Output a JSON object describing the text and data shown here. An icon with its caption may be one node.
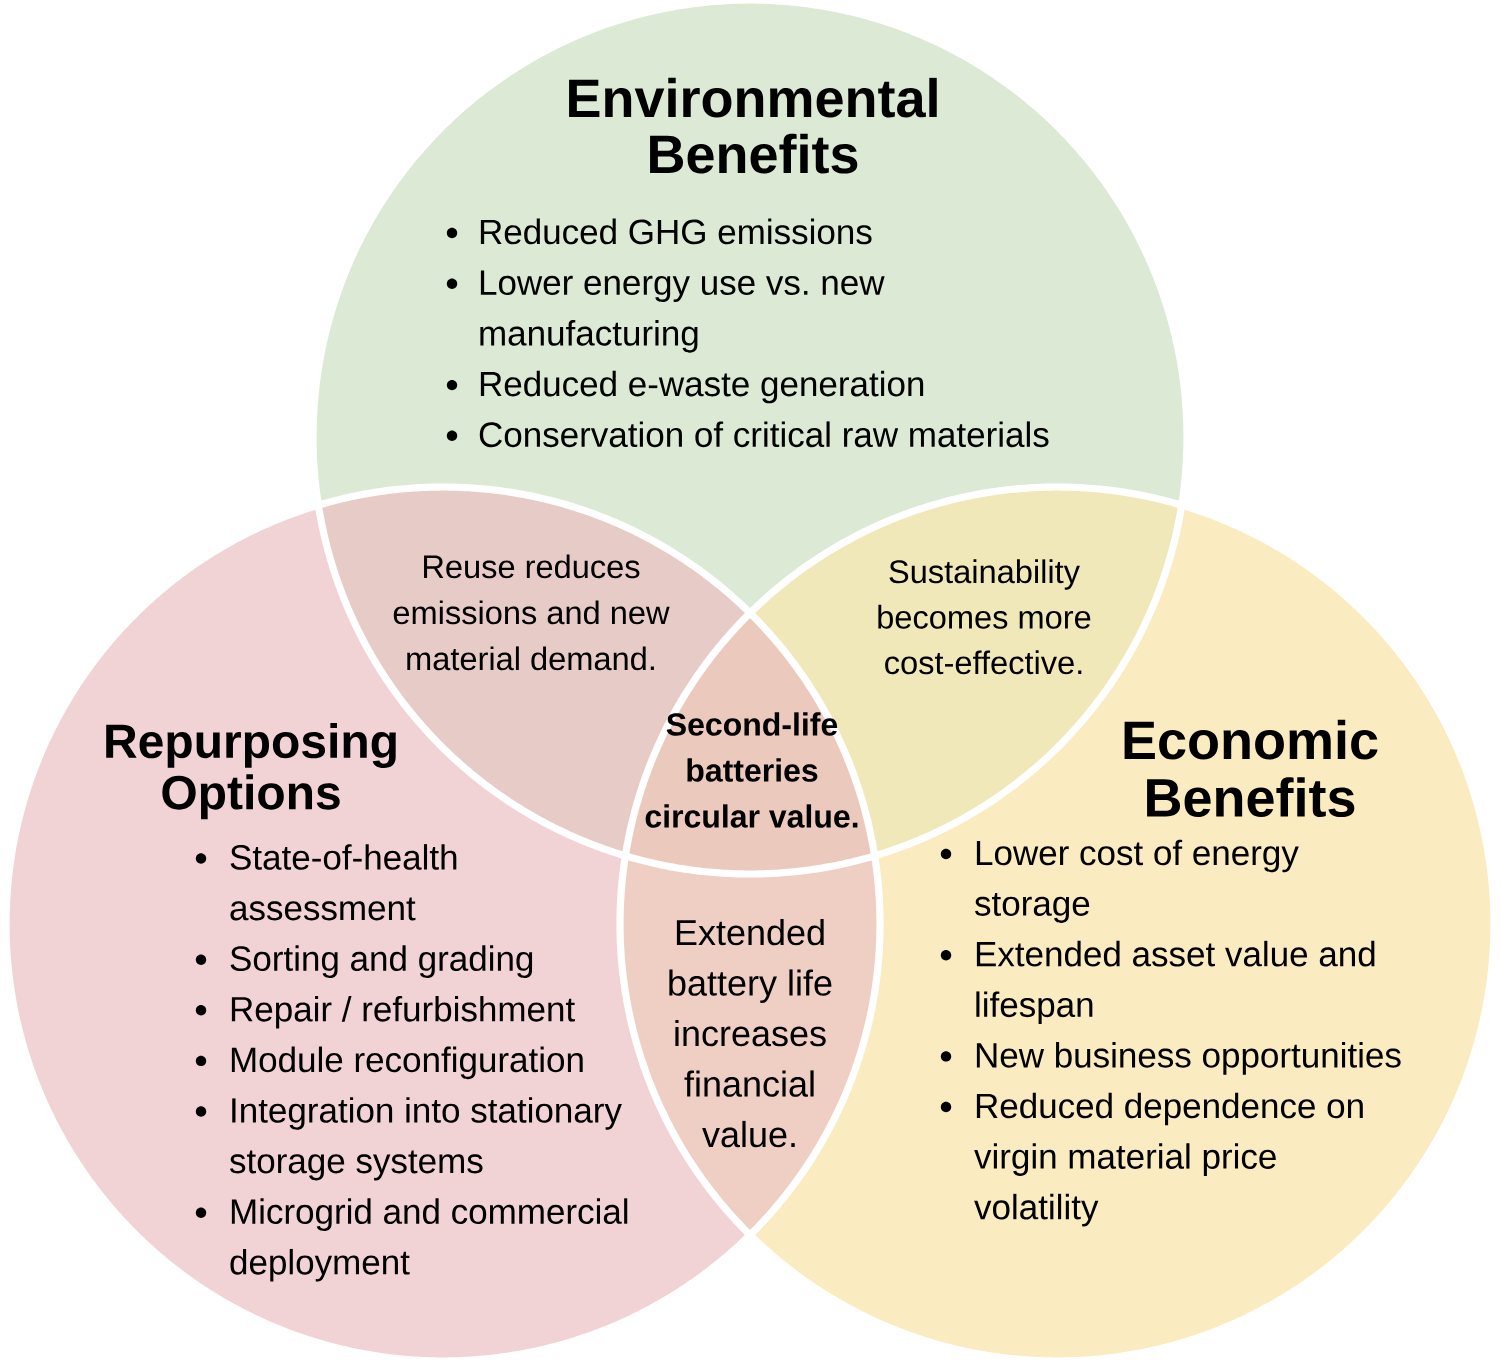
{
  "diagram": {
    "nodes": [
      {
        "text": [
          "Environmental Benefits",
          "Reduced GHG emissions",
          "Lower energy use vs. new manufacturing",
          "Reduced e-waste generation",
          "Conservation of critical raw materials"
        ]
      },
      {
        "text": [
          "Repurposing Options",
          "State-of-health assessment",
          "Sorting and grading",
          "Repair / refurbishment",
          "Module reconfiguration",
          "Integration into stationary storage systems",
          "Microgrid and commercial deployment"
        ]
      },
      {
        "text": [
          "Economic Benefits",
          "Lower cost of energy storage",
          "Extended asset value and lifespan",
          "New business opportunities",
          "Reduced dependence on virgin material price volatility"
        ]
      },
      {
        "text": [
          "Reuse reduces emissions and new material demand."
        ]
      },
      {
        "text": [
          "Sustainability becomes more cost-effective."
        ]
      },
      {
        "text": [
          "Second-life batteries circular value."
        ]
      },
      {
        "text": [
          "Extended battery life increases financial value."
        ]
      }
    ]
  }
}
